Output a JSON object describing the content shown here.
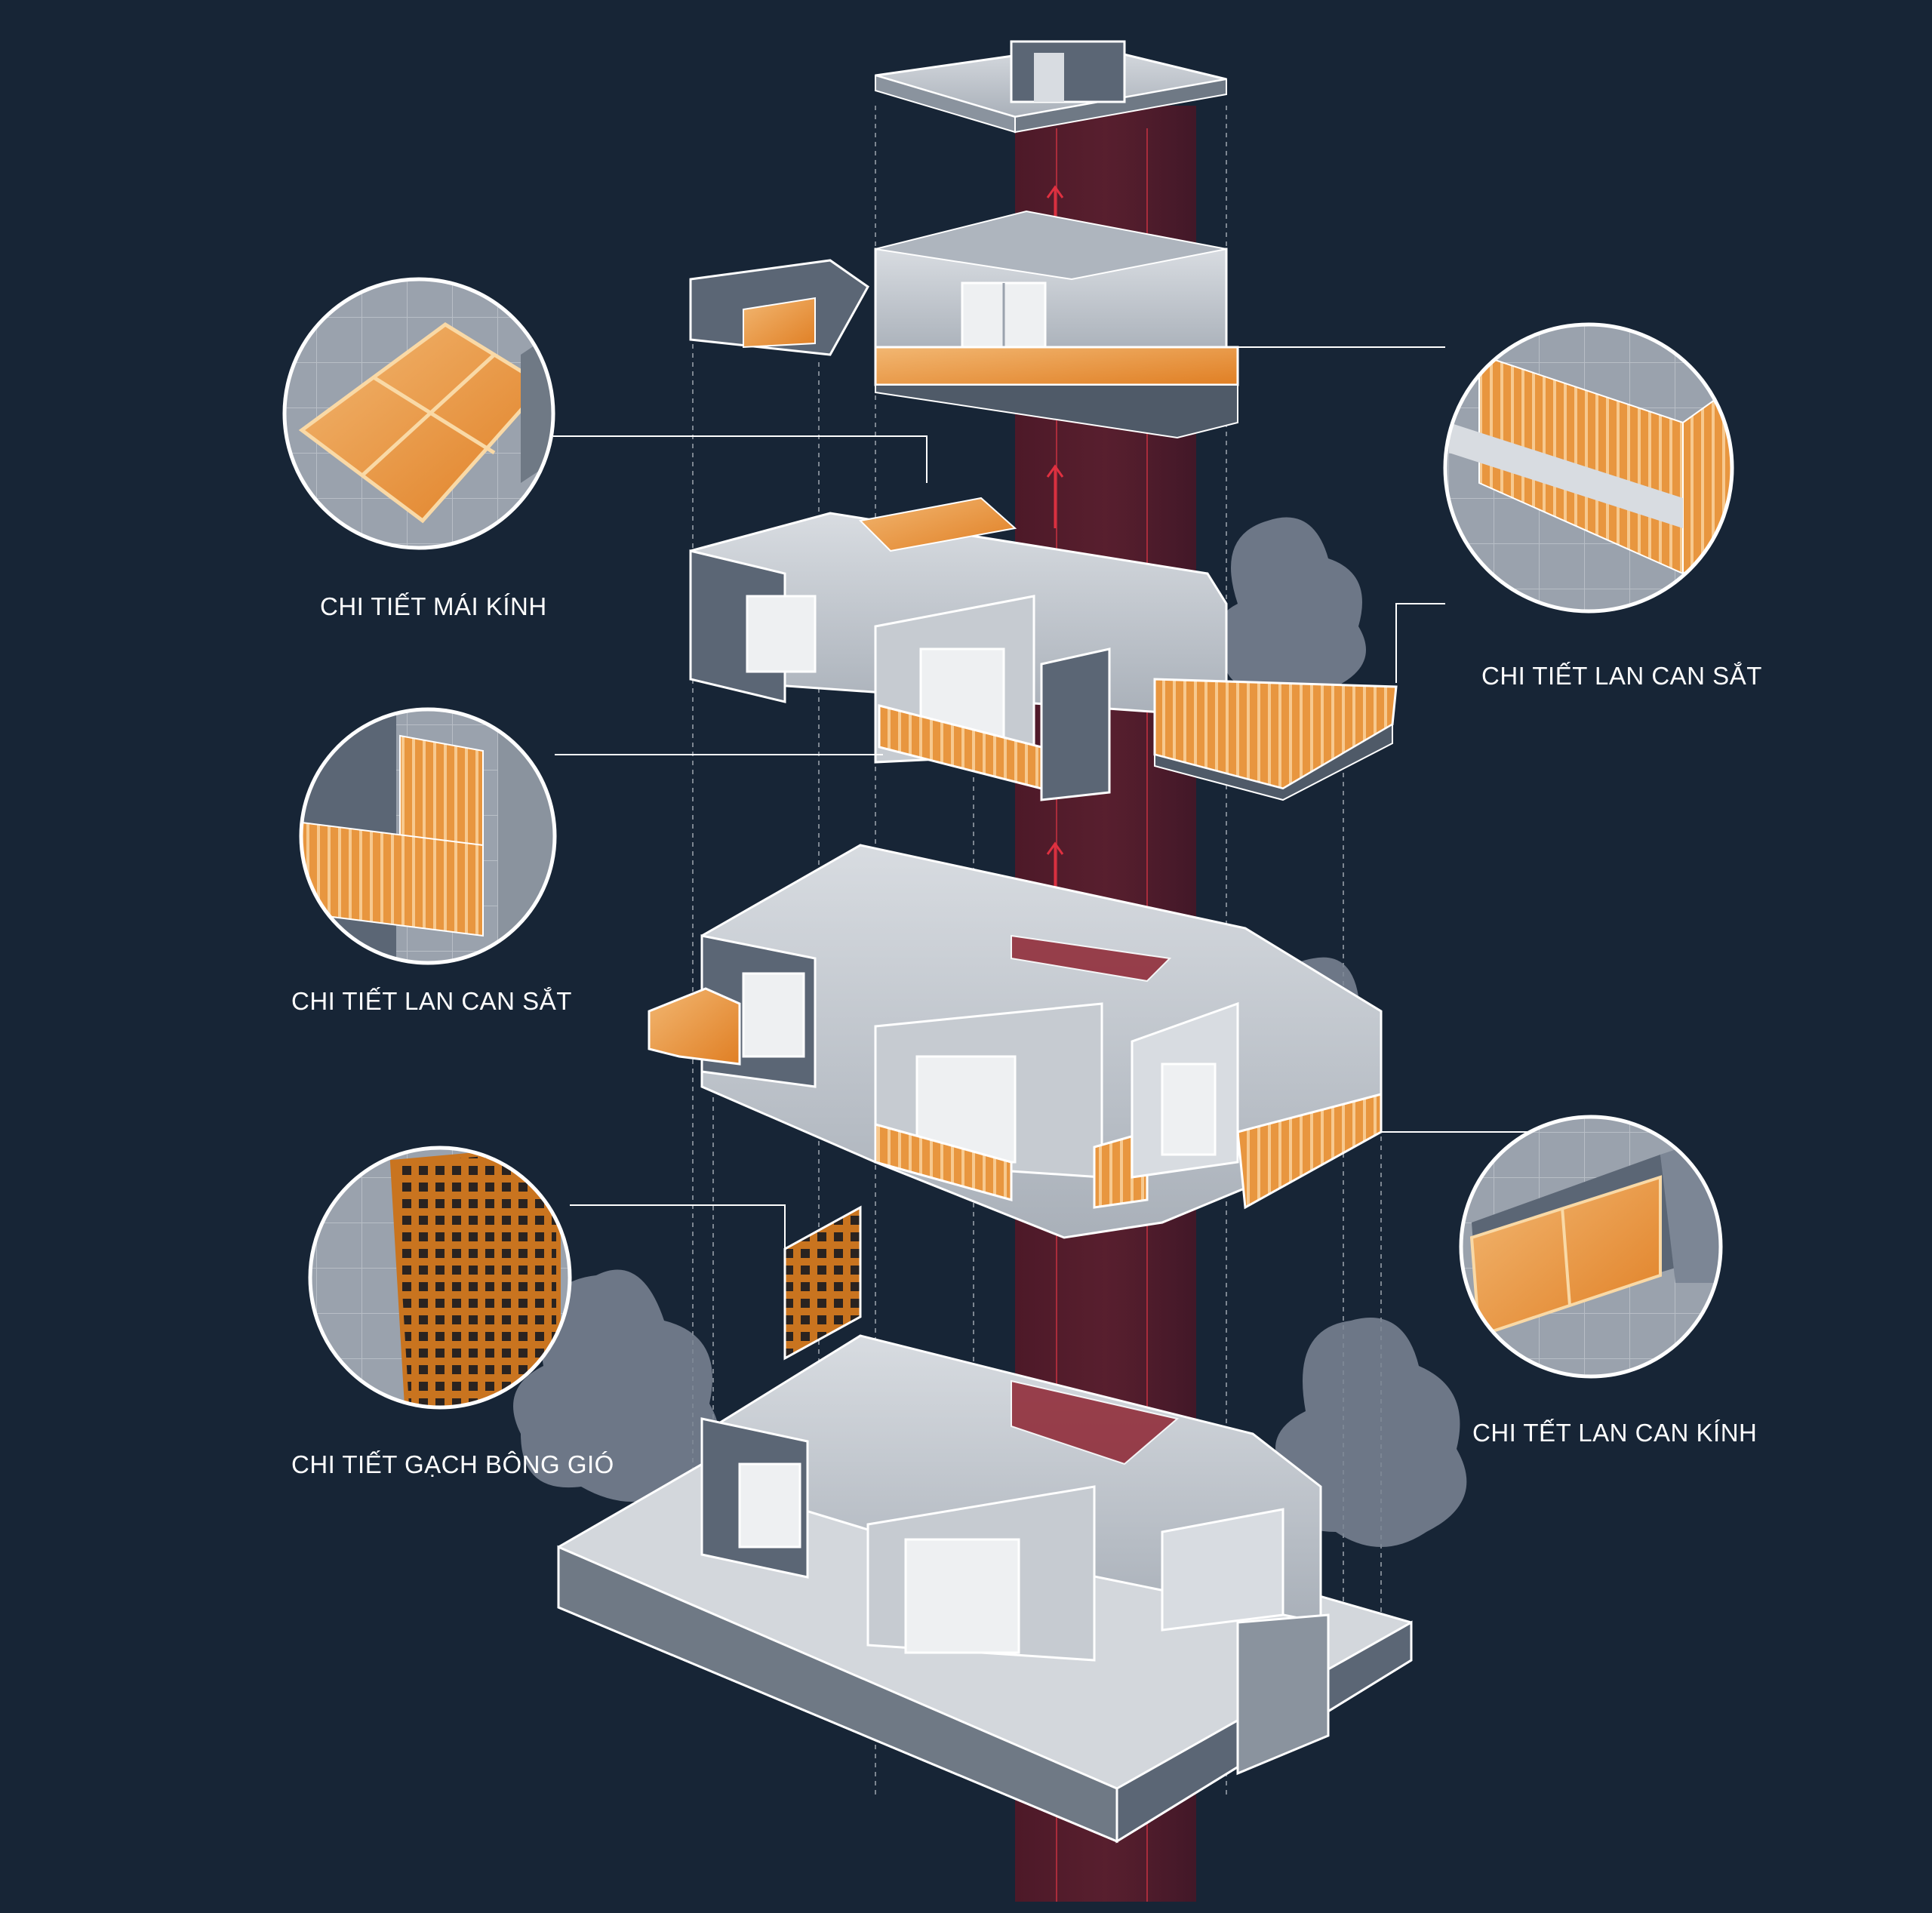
{
  "colors": {
    "background": "#172536",
    "accent_orange": "#e8963f",
    "accent_orange_light": "#f2b772",
    "shaft_red": "#7a1420",
    "wall_gray": "#c6cbd1",
    "wall_dark": "#5b6675",
    "wall_edge": "#ffffff",
    "tree_gray": "#7c8695"
  },
  "labels": {
    "glass_roof": "CHI TIẾT MÁI KÍNH",
    "iron_railing_right": "CHI TIẾT LAN CAN SẮT",
    "iron_railing_left": "CHI TIẾT LAN CAN SẮT",
    "breeze_block": "CHI TIẾT GẠCH BÔNG GIÓ",
    "glass_railing": "CHI TẾT LAN CAN KÍNH"
  },
  "icons": {
    "detail_glass_roof": "glass-roof-detail-icon",
    "detail_iron_railing_right": "iron-railing-detail-icon",
    "detail_iron_railing_left": "iron-railing-detail-icon",
    "detail_breeze_block": "breeze-block-detail-icon",
    "detail_glass_railing": "glass-railing-detail-icon"
  }
}
